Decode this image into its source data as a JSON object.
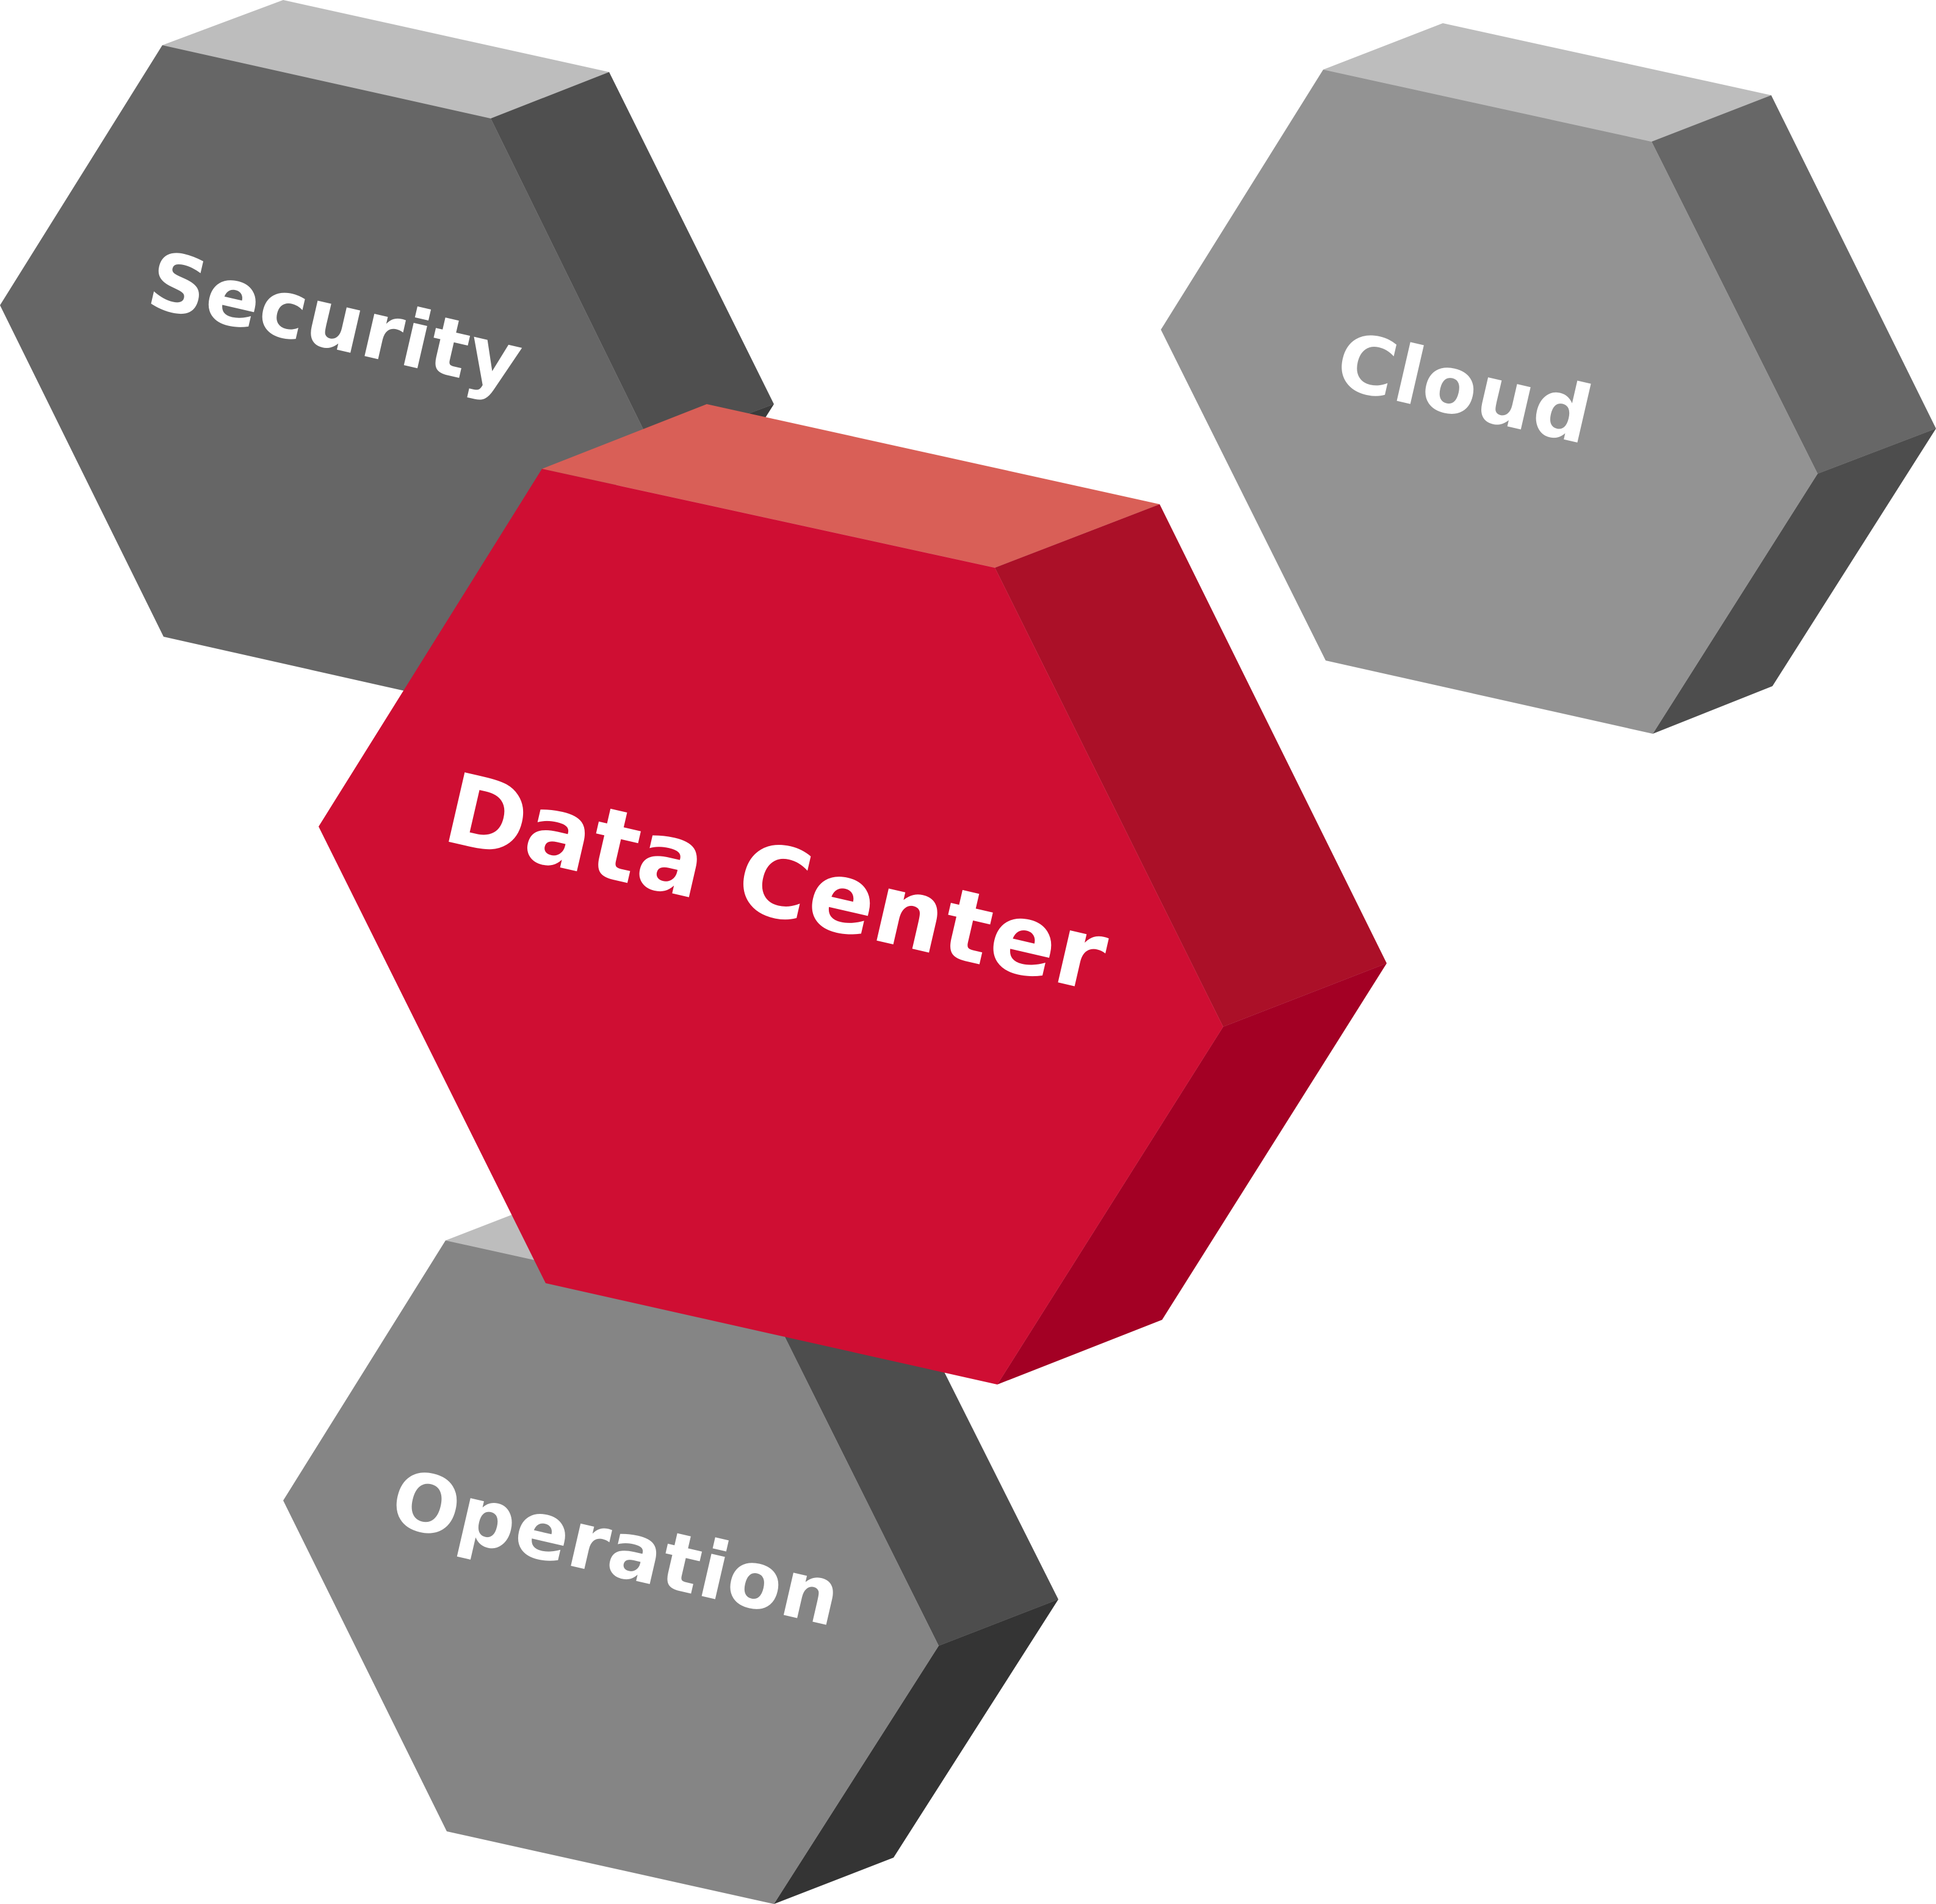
{
  "blocks": {
    "security": {
      "label": "Security",
      "colors": {
        "top": "#bdbdbd",
        "front": "#666666",
        "right": "#4f4f4f",
        "right_lower": "#3c3c3c"
      }
    },
    "cloud": {
      "label": "Cloud",
      "colors": {
        "top": "#bdbdbd",
        "front": "#939393",
        "right": "#676767",
        "right_lower": "#4d4d4d"
      }
    },
    "operation": {
      "label": "Operation",
      "colors": {
        "top": "#bdbdbd",
        "front": "#858585",
        "right": "#4d4d4d",
        "right_lower": "#343434"
      }
    },
    "data_center": {
      "label": "Data Center",
      "colors": {
        "top": "#d95f57",
        "front": "#cf0e33",
        "right": "#ab1028",
        "right_lower": "#a30024"
      }
    }
  },
  "background_color": "#ffffff"
}
